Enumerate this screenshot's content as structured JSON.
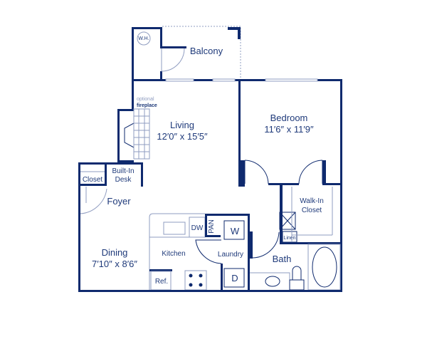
{
  "colors": {
    "wall": "#0f2a6e",
    "text": "#1f3a7a"
  },
  "rooms": {
    "balcony": {
      "name": "Balcony"
    },
    "water_heater": {
      "name": "W.H."
    },
    "fireplace": {
      "line1": "optional",
      "line2": "fireplace"
    },
    "living": {
      "name": "Living",
      "dims": "12′0″ x 15′5″"
    },
    "bedroom": {
      "name": "Bedroom",
      "dims": "11′6″ x 11′9″"
    },
    "closet": {
      "name": "Closet"
    },
    "desk": {
      "line1": "Built-In",
      "line2": "Desk"
    },
    "foyer": {
      "name": "Foyer"
    },
    "walkin": {
      "line1": "Walk-In",
      "line2": "Closet"
    },
    "linen": {
      "name": "Linen"
    },
    "dw": {
      "name": "DW"
    },
    "pan": {
      "name": "PAN"
    },
    "washer": {
      "name": "W"
    },
    "dryer": {
      "name": "D"
    },
    "kitchen": {
      "name": "Kitchen"
    },
    "laundry": {
      "name": "Laundry"
    },
    "bath": {
      "name": "Bath"
    },
    "dining": {
      "name": "Dining",
      "dims": "7′10″ x 8′6″"
    },
    "ref": {
      "name": "Ref."
    }
  }
}
